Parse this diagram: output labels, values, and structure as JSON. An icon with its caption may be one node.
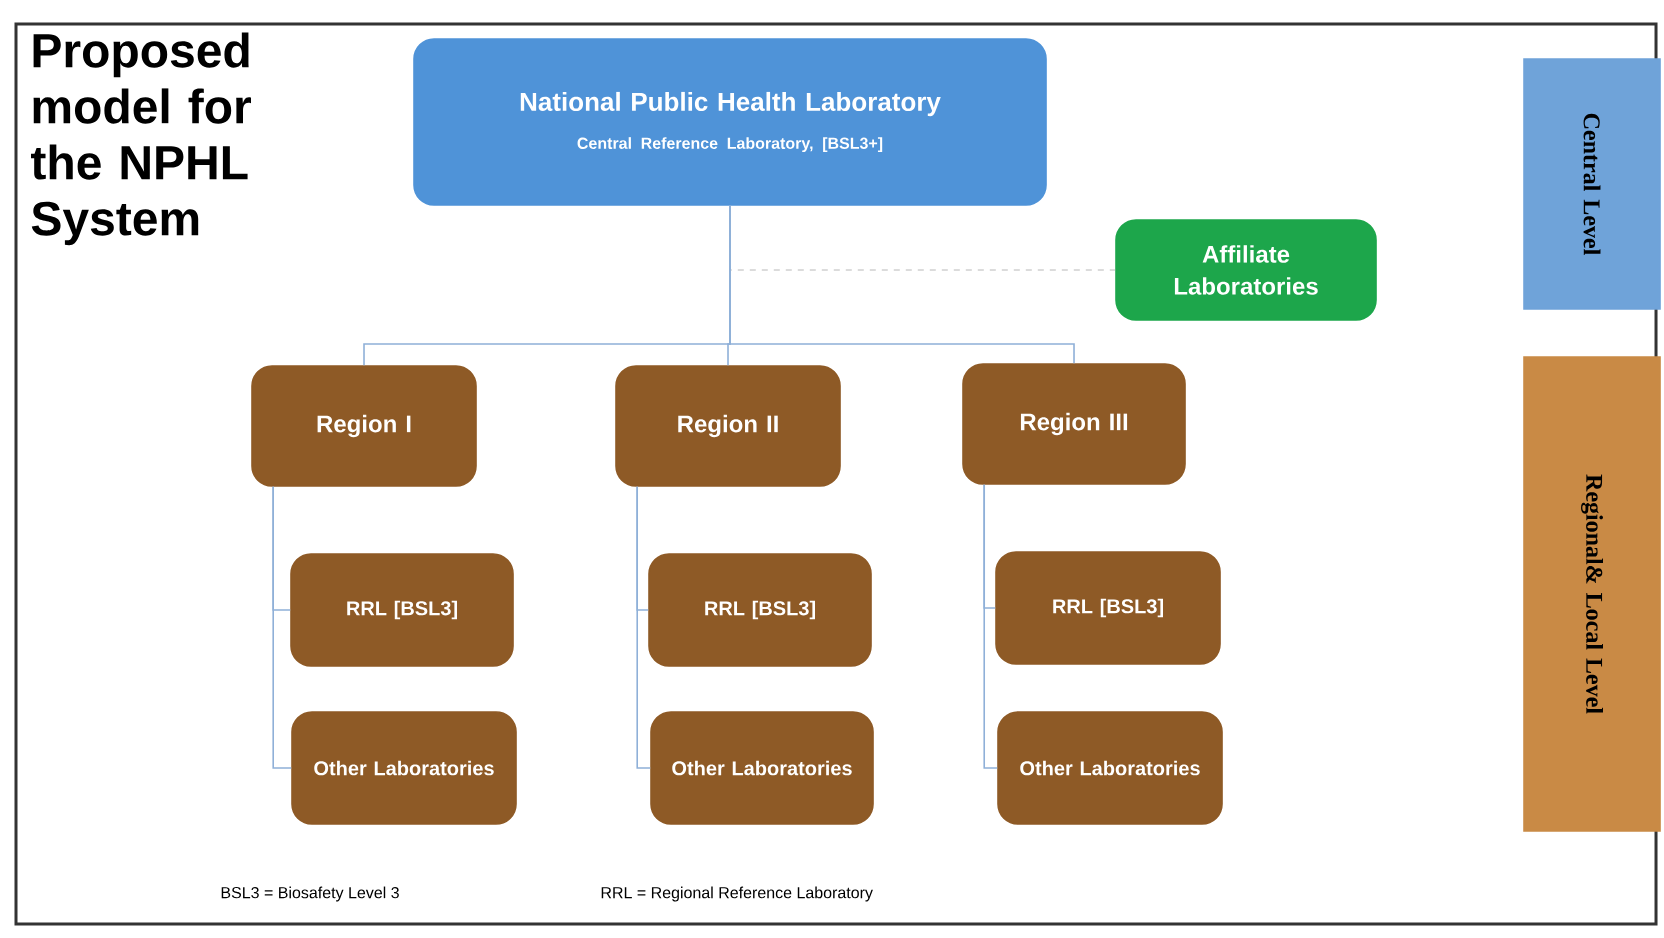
{
  "diagram": {
    "title": "Proposed model for the NPHL System",
    "nodes": [
      {
        "text": [
          "National Public Health Laboratory",
          "Central Reference Laboratory, [BSL3+]"
        ]
      },
      {
        "text": [
          "Affiliate Laboratories"
        ]
      },
      {
        "text": [
          "Region I"
        ]
      },
      {
        "text": [
          "Region II"
        ]
      },
      {
        "text": [
          "Region III"
        ]
      },
      {
        "text": [
          "RRL [BSL3]"
        ]
      },
      {
        "text": [
          "Other Laboratories"
        ]
      },
      {
        "text": [
          "RRL [BSL3]"
        ]
      },
      {
        "text": [
          "Other Laboratories"
        ]
      },
      {
        "text": [
          "RRL [BSL3]"
        ]
      },
      {
        "text": [
          "Other Laboratories"
        ]
      },
      {
        "text": [
          "Central Level"
        ]
      },
      {
        "text": [
          "Regional& Local Level"
        ]
      }
    ],
    "edges": [
      {
        "from": 0,
        "to": 1,
        "arrow": "none",
        "style": "dashed",
        "color": "#a6a6a6"
      },
      {
        "from": 0,
        "to": 2,
        "arrow": "none"
      },
      {
        "from": 0,
        "to": 3,
        "arrow": "none"
      },
      {
        "from": 0,
        "to": 4,
        "arrow": "none"
      },
      {
        "from": 2,
        "to": 5,
        "arrow": "none"
      },
      {
        "from": 2,
        "to": 6,
        "arrow": "none"
      },
      {
        "from": 3,
        "to": 7,
        "arrow": "none"
      },
      {
        "from": 3,
        "to": 8,
        "arrow": "none"
      },
      {
        "from": 4,
        "to": 9,
        "arrow": "none"
      },
      {
        "from": 4,
        "to": 10,
        "arrow": "none"
      }
    ],
    "labels": [
      "BSL3 = Biosafety Level 3",
      "RRL = Regional Reference Laboratory"
    ]
  }
}
